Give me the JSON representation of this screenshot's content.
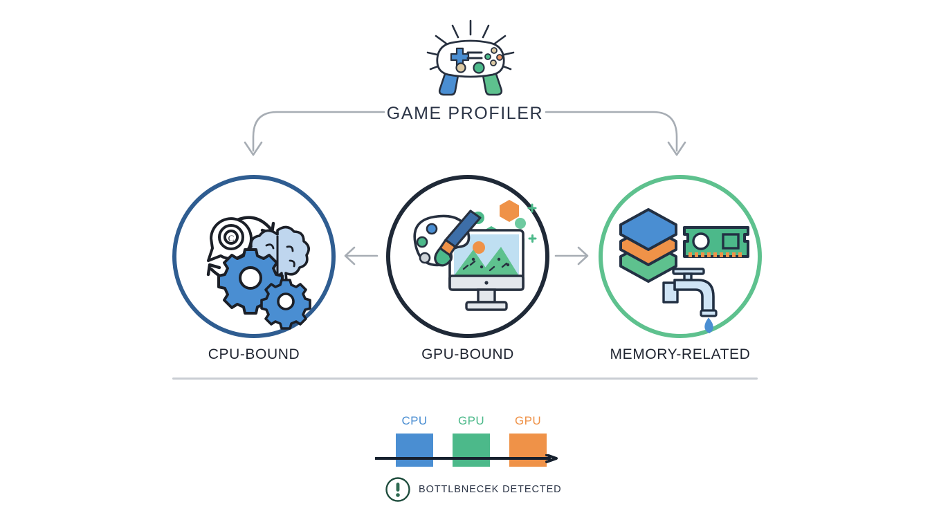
{
  "header": {
    "title": "GAME PROFILER",
    "icon": "game-controller-icon"
  },
  "flow": {
    "left_branch_arrow": "curved-arrow-down-left",
    "right_branch_arrow": "curved-arrow-down-right",
    "gpu_to_cpu_arrow": "arrow-left",
    "gpu_to_memory_arrow": "arrow-right"
  },
  "nodes": [
    {
      "id": "cpu-bound",
      "label": "CPU-BOUND",
      "border_color": "#2f5d91",
      "icon": "brain-gears-cycle-icon"
    },
    {
      "id": "gpu-bound",
      "label": "GPU-BOUND",
      "border_color": "#1f2937",
      "icon": "monitor-palette-hexagons-icon"
    },
    {
      "id": "memory-related",
      "label": "MEMORY-RELATED",
      "border_color": "#5ec18e",
      "icon": "layers-ram-faucet-icon"
    }
  ],
  "chart_data": {
    "type": "bar",
    "title": "",
    "categories": [
      "CPU",
      "GPU",
      "GPU"
    ],
    "values": [
      40,
      40,
      40
    ],
    "bar_colors": [
      "#4a8ed2",
      "#4cb98a",
      "#ef9248"
    ],
    "label_colors": [
      "#4a8ed2",
      "#4cb98a",
      "#ef9248"
    ],
    "xlabel": "",
    "ylabel": "",
    "grid": false,
    "axis_color": "#16202e",
    "axis_arrow": true
  },
  "alert": {
    "icon": "exclamation-circle-icon",
    "text": "BOTTLBNECEK DETECTED",
    "color": "#1f4d3d"
  }
}
